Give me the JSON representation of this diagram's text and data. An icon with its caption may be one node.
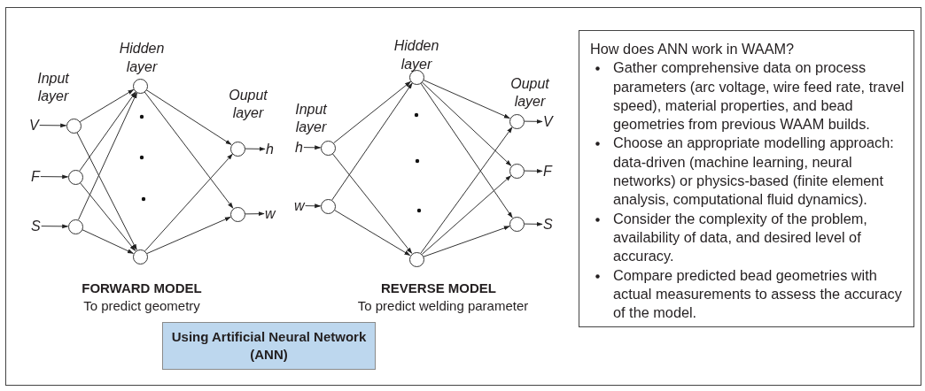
{
  "diagram": {
    "nodes": [
      {
        "text": [
          "V"
        ]
      },
      {
        "text": [
          "F"
        ]
      },
      {
        "text": [
          "S"
        ]
      },
      {
        "text": [],
        "shape": "circle"
      },
      {
        "text": [],
        "shape": "circle"
      },
      {
        "text": [],
        "shape": "circle"
      },
      {
        "text": [],
        "shape": "circle"
      },
      {
        "text": [],
        "shape": "circle"
      },
      {
        "text": [],
        "shape": "circle"
      },
      {
        "text": [],
        "shape": "circle"
      },
      {
        "text": [
          "h"
        ]
      },
      {
        "text": [
          "w"
        ]
      },
      {
        "text": [
          "h"
        ]
      },
      {
        "text": [
          "w"
        ]
      },
      {
        "text": [],
        "shape": "circle"
      },
      {
        "text": [],
        "shape": "circle"
      },
      {
        "text": [],
        "shape": "circle"
      },
      {
        "text": [],
        "shape": "circle"
      },
      {
        "text": [],
        "shape": "circle"
      },
      {
        "text": [],
        "shape": "circle"
      },
      {
        "text": [],
        "shape": "circle"
      },
      {
        "text": [
          "V"
        ]
      },
      {
        "text": [
          "F"
        ]
      },
      {
        "text": [
          "S"
        ]
      },
      {
        "text": [
          "Using Artificial Neural Network (ANN)"
        ]
      },
      {
        "text": [
          "How does ANN work in WAAM?",
          "Gather comprehensive data on process parameters (arc voltage, wire feed rate, travel speed), material properties, and bead geometries from previous WAAM builds.",
          "Choose an appropriate modelling approach: data-driven (machine learning, neural networks) or physics-based (finite element analysis, computational fluid dynamics).",
          "Consider the complexity of the problem, availability of data, and desired level of accuracy.",
          "Compare predicted bead geometries with actual measurements to assess the accuracy of the model."
        ]
      }
    ],
    "edges": [
      {
        "from": 0,
        "to": 3,
        "arrow": "to"
      },
      {
        "from": 1,
        "to": 4,
        "arrow": "to"
      },
      {
        "from": 2,
        "to": 5,
        "arrow": "to"
      },
      {
        "from": 3,
        "to": 6,
        "arrow": "to"
      },
      {
        "from": 3,
        "to": 7,
        "arrow": "to"
      },
      {
        "from": 4,
        "to": 6,
        "arrow": "to"
      },
      {
        "from": 4,
        "to": 7,
        "arrow": "to"
      },
      {
        "from": 5,
        "to": 6,
        "arrow": "to"
      },
      {
        "from": 5,
        "to": 7,
        "arrow": "to"
      },
      {
        "from": 6,
        "to": 8,
        "arrow": "to"
      },
      {
        "from": 6,
        "to": 9,
        "arrow": "to"
      },
      {
        "from": 7,
        "to": 8,
        "arrow": "to"
      },
      {
        "from": 7,
        "to": 9,
        "arrow": "to"
      },
      {
        "from": 8,
        "to": 10,
        "arrow": "to"
      },
      {
        "from": 9,
        "to": 11,
        "arrow": "to"
      },
      {
        "from": 12,
        "to": 14,
        "arrow": "to"
      },
      {
        "from": 13,
        "to": 15,
        "arrow": "to"
      },
      {
        "from": 14,
        "to": 16,
        "arrow": "to"
      },
      {
        "from": 14,
        "to": 17,
        "arrow": "to"
      },
      {
        "from": 15,
        "to": 16,
        "arrow": "to"
      },
      {
        "from": 15,
        "to": 17,
        "arrow": "to"
      },
      {
        "from": 16,
        "to": 18,
        "arrow": "to"
      },
      {
        "from": 16,
        "to": 19,
        "arrow": "to"
      },
      {
        "from": 16,
        "to": 20,
        "arrow": "to"
      },
      {
        "from": 17,
        "to": 18,
        "arrow": "to"
      },
      {
        "from": 17,
        "to": 19,
        "arrow": "to"
      },
      {
        "from": 17,
        "to": 20,
        "arrow": "to"
      },
      {
        "from": 18,
        "to": 21,
        "arrow": "to"
      },
      {
        "from": 19,
        "to": 22,
        "arrow": "to"
      },
      {
        "from": 20,
        "to": 23,
        "arrow": "to"
      }
    ],
    "labels": [
      "Hidden layer",
      "Input layer",
      "Ouput layer",
      "Hidden layer",
      "Input layer",
      "Ouput layer",
      "FORWARD MODEL",
      "To predict geometry",
      "REVERSE MODEL",
      "To predict welding parameter"
    ]
  }
}
